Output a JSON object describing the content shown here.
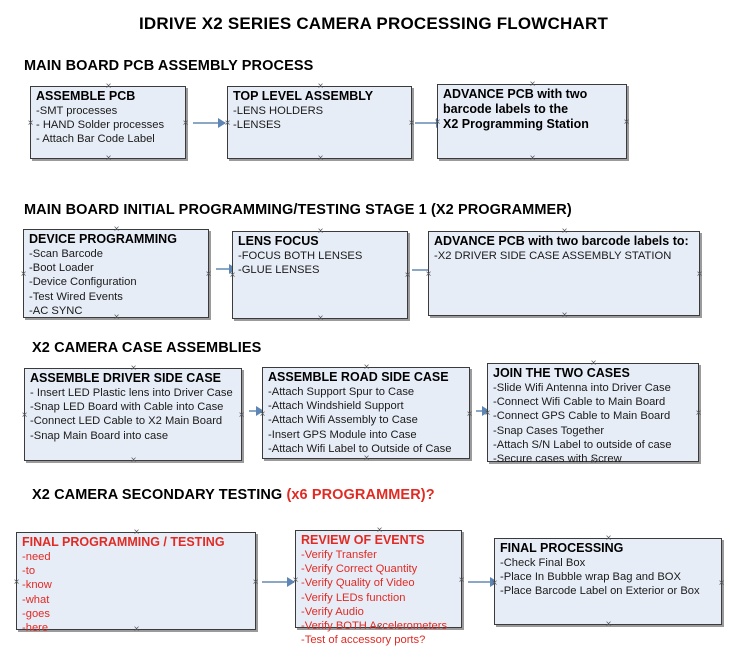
{
  "title": "IDRIVE X2  SERIES CAMERA PROCESSING FLOWCHART",
  "colors": {
    "box_fill": "#e7edf7",
    "box_border": "#3b3b3b",
    "connector": "#8ba7c6",
    "red_text": "#e02b24",
    "text": "#000000"
  },
  "sections": [
    {
      "heading": "MAIN BOARD PCB ASSEMBLY PROCESS",
      "heading_suffix": "",
      "boxes": [
        {
          "header": "ASSEMBLE PCB",
          "lines": [
            " -SMT processes",
            "- HAND Solder processes",
            "- Attach Bar Code Label"
          ]
        },
        {
          "header": "TOP LEVEL ASSEMBLY",
          "lines": [
            "-LENS HOLDERS",
            "-LENSES"
          ]
        },
        {
          "header": "ADVANCE PCB with two",
          "lines": [
            "barcode labels to the",
            " X2 Programming Station"
          ]
        }
      ]
    },
    {
      "heading": "MAIN BOARD INITIAL PROGRAMMING/TESTING STAGE 1 (X2 PROGRAMMER)",
      "heading_suffix": "",
      "boxes": [
        {
          "header": "DEVICE PROGRAMMING",
          "lines": [
            "-Scan Barcode",
            "-Boot Loader",
            "-Device Configuration",
            "-Test Wired Events",
            "-AC SYNC"
          ]
        },
        {
          "header": "LENS FOCUS",
          "lines": [
            "-FOCUS BOTH LENSES",
            "-GLUE LENSES"
          ]
        },
        {
          "header": "ADVANCE PCB with two barcode labels to:",
          "lines": [
            "-X2 DRIVER  SIDE  CASE  ASSEMBLY STATION"
          ]
        }
      ]
    },
    {
      "heading": "X2 CAMERA CASE ASSEMBLIES",
      "heading_suffix": "",
      "boxes": [
        {
          "header": "ASSEMBLE DRIVER SIDE CASE",
          "lines": [
            "- Insert LED Plastic lens into Driver Case",
            "-Snap LED Board with Cable into Case",
            "-Connect LED Cable to X2 Main Board",
            "-Snap Main Board into case"
          ]
        },
        {
          "header": "ASSEMBLE ROAD SIDE CASE",
          "lines": [
            "-Attach Support Spur to Case",
            "-Attach Windshield Support",
            "-Attach Wifi Assembly to Case",
            "-Insert GPS Module into Case",
            "-Attach Wifi Label to Outside of Case"
          ]
        },
        {
          "header": "JOIN THE TWO CASES",
          "lines": [
            "-Slide Wifi Antenna into Driver Case",
            "-Connect Wifi Cable to Main Board",
            "-Connect GPS Cable to Main Board",
            "-Snap Cases Together",
            "-Attach S/N Label to outside of case",
            "-Secure cases with Screw"
          ]
        }
      ]
    },
    {
      "heading": "X2 CAMERA SECONDARY TESTING ",
      "heading_suffix": "(x6 PROGRAMMER)?",
      "boxes": [
        {
          "header": "FINAL PROGRAMMING / TESTING",
          "lines": [
            "-need",
            "-to",
            "-know",
            "-what",
            "-goes",
            "-here"
          ]
        },
        {
          "header": "REVIEW OF EVENTS",
          "lines": [
            "-Verify Transfer",
            "-Verify Correct Quantity",
            "-Verify Quality of Video",
            "-Verify LEDs function",
            "-Verify Audio",
            "-Verify BOTH Accelerometers",
            "-Test of accessory ports?"
          ]
        },
        {
          "header": "FINAL PROCESSING",
          "lines": [
            " -Check Final Box",
            "-Place In Bubble wrap Bag and BOX",
            "-Place Barcode Label on Exterior or Box"
          ]
        }
      ]
    }
  ]
}
